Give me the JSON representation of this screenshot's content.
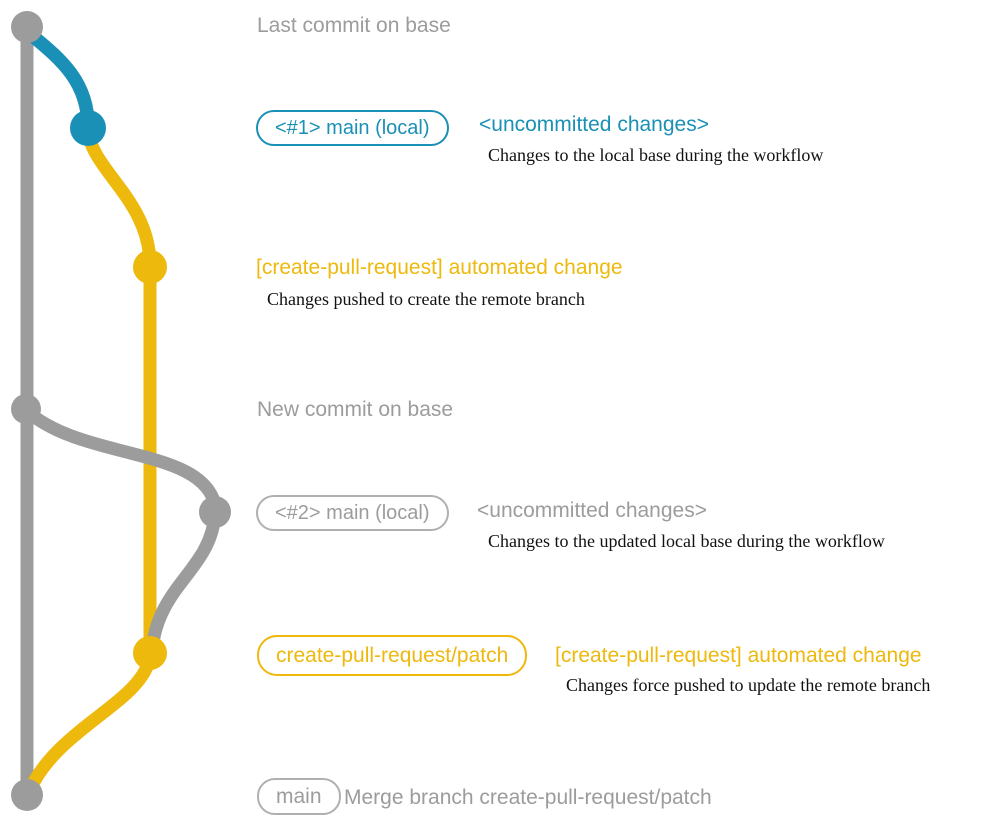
{
  "colors": {
    "gray": "#9c9c9c",
    "light_gray": "#b0b0b0",
    "blue": "#1b90b6",
    "yellow": "#edb90d",
    "ink": "#111111"
  },
  "branches": {
    "base_color_name": "gray",
    "local_main_color_name": "blue",
    "create_pull_request_patch_color_name": "yellow"
  },
  "annotations": {
    "last_commit": {
      "label": "Last commit on base"
    },
    "commit1": {
      "badge": "<#1> main (local)",
      "heading": "<uncommitted changes>",
      "note": "Changes to the local base during the workflow"
    },
    "push1": {
      "heading": "[create-pull-request] automated change",
      "note": "Changes pushed to create the remote branch"
    },
    "new_commit": {
      "label": "New commit on base"
    },
    "commit2": {
      "badge": "<#2> main (local)",
      "heading": "<uncommitted changes>",
      "note": "Changes to the updated local base during the workflow"
    },
    "push2": {
      "badge": "create-pull-request/patch",
      "heading": "[create-pull-request] automated change",
      "note": "Changes force pushed to update the remote branch"
    },
    "merge": {
      "badge": "main",
      "label": "Merge branch create-pull-request/patch"
    }
  }
}
